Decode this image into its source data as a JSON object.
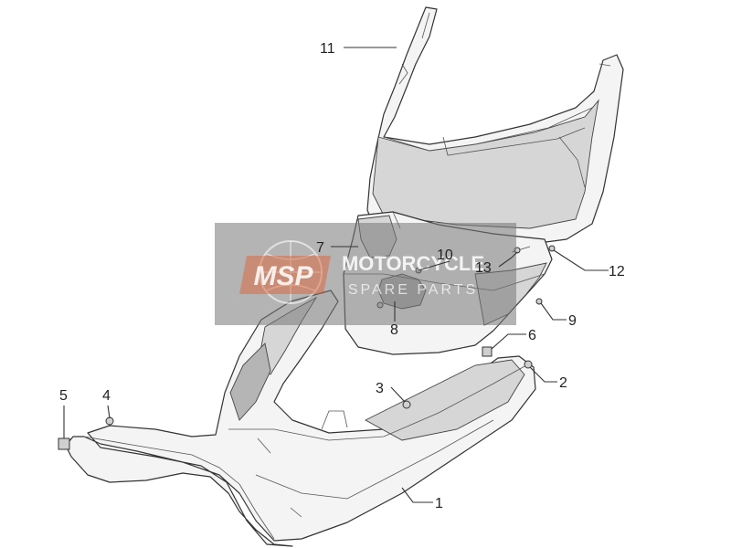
{
  "callouts": [
    {
      "id": "11",
      "label": "11"
    },
    {
      "id": "7",
      "label": "7"
    },
    {
      "id": "10",
      "label": "10"
    },
    {
      "id": "13",
      "label": "13"
    },
    {
      "id": "12",
      "label": "12"
    },
    {
      "id": "9",
      "label": "9"
    },
    {
      "id": "8",
      "label": "8"
    },
    {
      "id": "6",
      "label": "6"
    },
    {
      "id": "5",
      "label": "5"
    },
    {
      "id": "4",
      "label": "4"
    },
    {
      "id": "3",
      "label": "3"
    },
    {
      "id": "2",
      "label": "2"
    },
    {
      "id": "1",
      "label": "1"
    }
  ],
  "watermark": {
    "badge": "MSP",
    "line1": "MOTORCYCLE",
    "line2": "SPARE PARTS"
  },
  "colors": {
    "line": "#333333",
    "watermark_badge": "#e05a2b",
    "watermark_box": "#777777"
  }
}
